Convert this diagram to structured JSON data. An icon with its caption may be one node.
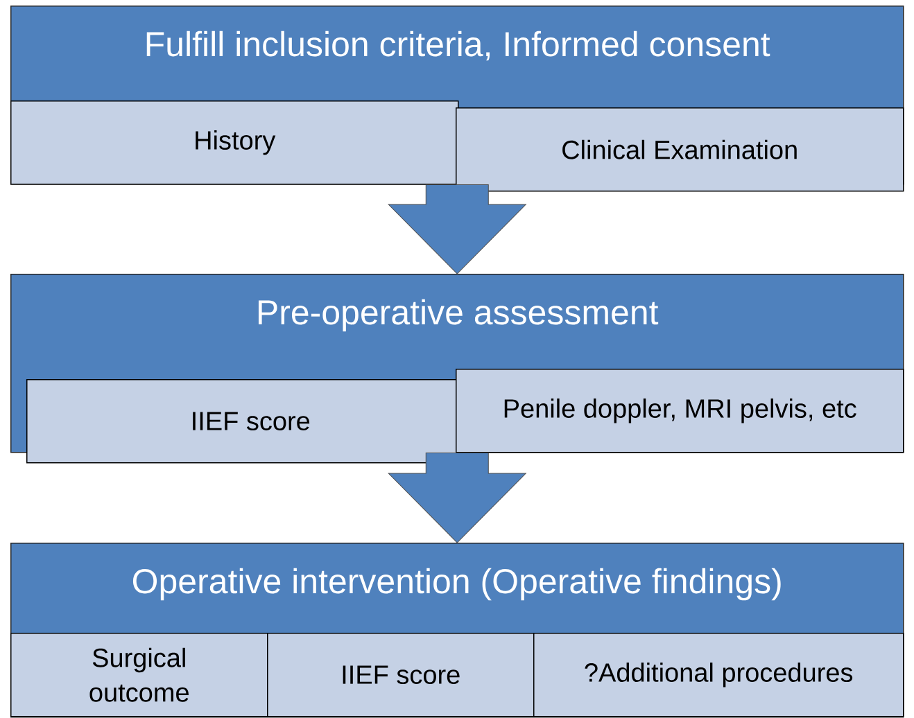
{
  "diagram": {
    "nodes": [
      {
        "text": [
          "Fulfill inclusion criteria, Informed consent"
        ]
      },
      {
        "text": [
          "History"
        ],
        "in": 0
      },
      {
        "text": [
          "Clinical Examination"
        ]
      },
      {
        "text": [
          "Pre-operative assessment"
        ]
      },
      {
        "text": [
          "IIEF score"
        ]
      },
      {
        "text": [
          "Penile doppler, MRI pelvis, etc"
        ],
        "in": 3
      },
      {
        "text": [
          "Operative intervention (Operative findings)"
        ]
      },
      {
        "text": [
          "Surgical outcome"
        ],
        "in": 6
      },
      {
        "text": [
          "IIEF score"
        ],
        "in": 6
      },
      {
        "text": [
          "?Additional procedures"
        ],
        "in": 6
      }
    ],
    "edges": [
      {
        "from": 0,
        "to": 3,
        "arrow": "to"
      },
      {
        "from": 3,
        "to": 6,
        "arrow": "to"
      }
    ]
  }
}
